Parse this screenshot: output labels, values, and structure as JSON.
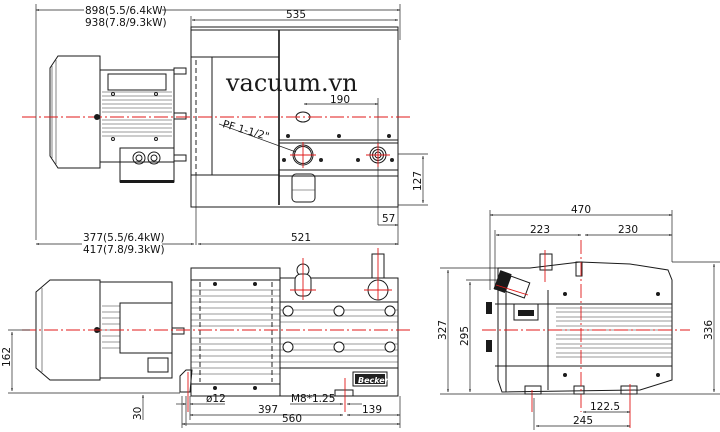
{
  "drawing": {
    "watermark": "vacuum.vn",
    "colors": {
      "line": "#1a1a1a",
      "centerline": "#e01818",
      "background": "#ffffff"
    },
    "top_view": {
      "overall_length_small_motor": "898(5.5/6.4kW)",
      "overall_length_large_motor": "938(7.8/9.3kW)",
      "pump_body_length": "535",
      "port_spacing": "190",
      "port_label": "PF 1-1/2\"",
      "port_height": "127",
      "port_offset": "57",
      "base_length": "521",
      "motor_length_small": "377(5.5/6.4kW)",
      "motor_length_large": "417(7.8/9.3kW)"
    },
    "side_view": {
      "axis_height": "162",
      "foot_height": "30",
      "foot_hole": "ø12",
      "mount_thread": "M8*1.25",
      "foot_spacing": "397",
      "rear_offset": "139",
      "base_length": "560",
      "brand_plate": "Becker"
    },
    "end_view": {
      "overall_width": "470",
      "left_width": "223",
      "right_width": "230",
      "height_327": "327",
      "height_295": "295",
      "height_336": "336",
      "foot_half_spacing": "122.5",
      "foot_spacing": "245"
    }
  }
}
